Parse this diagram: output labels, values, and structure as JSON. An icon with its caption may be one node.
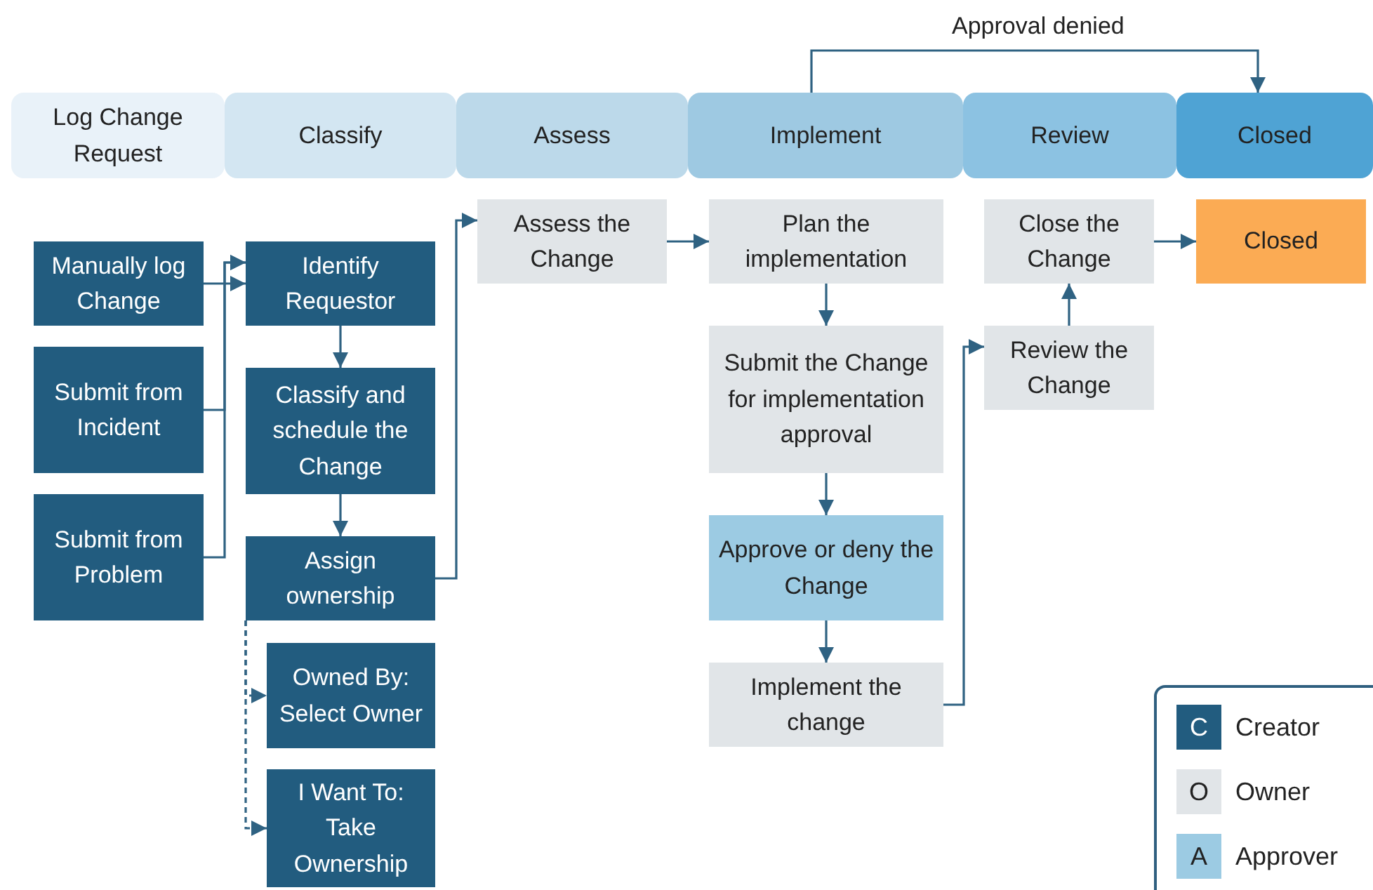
{
  "diagram": {
    "nodes": [
      {
        "text": [
          "Log Change Request"
        ]
      },
      {
        "text": [
          "Classify"
        ]
      },
      {
        "text": [
          "Assess"
        ]
      },
      {
        "text": [
          "Implement"
        ]
      },
      {
        "text": [
          "Review"
        ]
      },
      {
        "text": [
          "Closed"
        ]
      },
      {
        "text": [
          "Manually log Change"
        ]
      },
      {
        "text": [
          "Submit from Incident"
        ]
      },
      {
        "text": [
          "Submit from Problem"
        ]
      },
      {
        "text": [
          "Identify Requestor"
        ]
      },
      {
        "text": [
          "Classify and schedule the Change"
        ]
      },
      {
        "text": [
          "Assign ownership"
        ]
      },
      {
        "text": [
          "Owned By: Select Owner"
        ]
      },
      {
        "text": [
          "I Want To: Take Ownership"
        ]
      },
      {
        "text": [
          "Assess the Change"
        ]
      },
      {
        "text": [
          "Plan the implementation"
        ]
      },
      {
        "text": [
          "Submit the Change for implementation approval"
        ]
      },
      {
        "text": [
          "Approve or deny the Change"
        ]
      },
      {
        "text": [
          "Implement the change"
        ]
      },
      {
        "text": [
          "Review the Change"
        ]
      },
      {
        "text": [
          "Close the Change"
        ]
      },
      {
        "text": [
          "Closed"
        ]
      }
    ],
    "edges": [
      {
        "from": 6,
        "to": 9,
        "arrow": "to"
      },
      {
        "from": 7,
        "to": 9,
        "arrow": "to"
      },
      {
        "from": 8,
        "to": 9,
        "arrow": "to"
      },
      {
        "from": 9,
        "to": 10,
        "arrow": "to"
      },
      {
        "from": 10,
        "to": 11,
        "arrow": "to"
      },
      {
        "from": 11,
        "to": 14,
        "arrow": "to"
      },
      {
        "from": 11,
        "to": 12,
        "arrow": "to",
        "style": "dashed"
      },
      {
        "from": 11,
        "to": 13,
        "arrow": "to",
        "style": "dashed"
      },
      {
        "from": 14,
        "to": 15,
        "arrow": "to"
      },
      {
        "from": 15,
        "to": 16,
        "arrow": "to"
      },
      {
        "from": 16,
        "to": 17,
        "arrow": "to"
      },
      {
        "from": 17,
        "to": 18,
        "arrow": "to"
      },
      {
        "from": 18,
        "to": 19,
        "arrow": "to"
      },
      {
        "from": 19,
        "to": 20,
        "arrow": "to"
      },
      {
        "from": 20,
        "to": 21,
        "arrow": "to"
      },
      {
        "from": 3,
        "to": 5,
        "arrow": "to",
        "label": "Approval denied"
      }
    ],
    "labels": [
      "C",
      "O",
      "A"
    ],
    "legend": [
      {
        "text": "Creator",
        "color": "#225c7f"
      },
      {
        "text": "Owner",
        "color": "#e1e5e8"
      },
      {
        "text": "Approver",
        "color": "#9ccbe3"
      }
    ]
  }
}
